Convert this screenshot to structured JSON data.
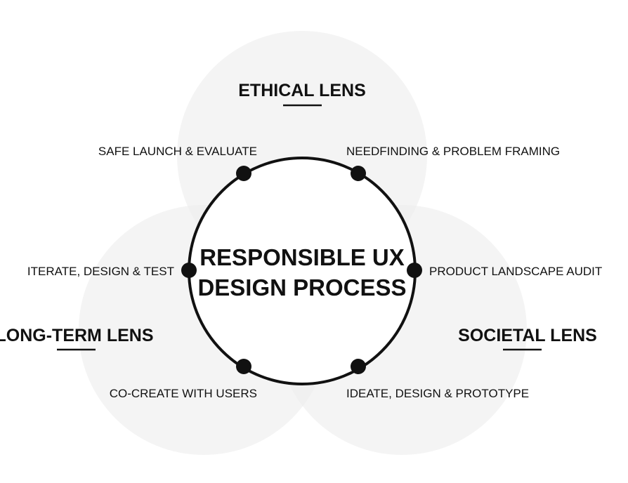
{
  "colors": {
    "background": "#ffffff",
    "lens_fill": "#ededed",
    "ink": "#111111"
  },
  "center": {
    "title_line1": "RESPONSIBLE UX",
    "title_line2": "DESIGN PROCESS"
  },
  "lenses": {
    "ethical": "ETHICAL LENS",
    "long_term": "LONG-TERM LENS",
    "societal": "SOCIETAL LENS"
  },
  "steps": {
    "safe_launch": "SAFE LAUNCH & EVALUATE",
    "needfinding": "NEEDFINDING & PROBLEM FRAMING",
    "iterate": "ITERATE, DESIGN & TEST",
    "product_audit": "PRODUCT LANDSCAPE AUDIT",
    "co_create": "CO-CREATE WITH USERS",
    "ideate": "IDEATE, DESIGN & PROTOTYPE"
  }
}
